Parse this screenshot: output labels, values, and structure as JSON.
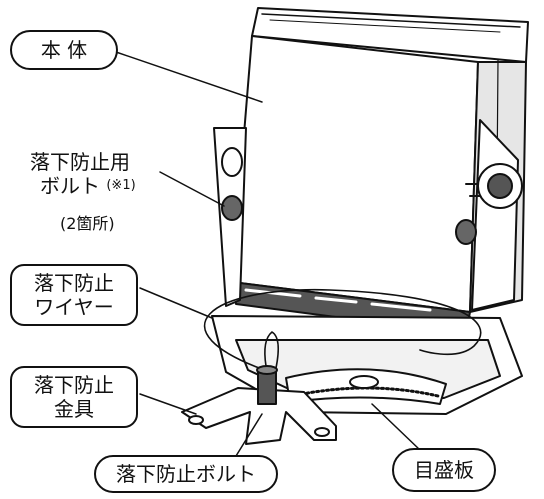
{
  "labels": {
    "body_unit": "本 体",
    "fall_bolt_line1": "落下防止用",
    "fall_bolt_line2": "ボルト",
    "fall_bolt_note": "(※1)",
    "fall_bolt_count": "(2箇所)",
    "wire_line1": "落下防止",
    "wire_line2": "ワイヤー",
    "bracket_line1": "落下防止",
    "bracket_line2": "金具",
    "anchor_bolt": "落下防止ボルト",
    "scale_plate": "目盛板"
  },
  "colors": {
    "line": "#111111",
    "fill": "#ffffff",
    "shade": "#d8d8d8",
    "dark": "#3a3a3a"
  }
}
